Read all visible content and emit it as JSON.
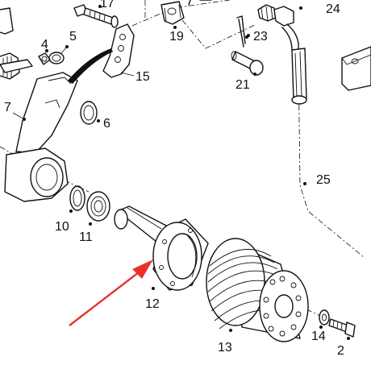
{
  "callouts": {
    "c2": "2",
    "c4": "4",
    "c5": "5",
    "c6": "6",
    "c7": "7",
    "c10": "10",
    "c11": "11",
    "c12": "12",
    "c13": "13",
    "c14": "14",
    "c15": "15",
    "c17": "17",
    "c19": "19",
    "c21": "21",
    "c23": "23",
    "c24": "24",
    "c25": "25"
  },
  "colors": {
    "line": "#111111",
    "arrow": "#e8332a",
    "background": "#ffffff"
  },
  "arrow": {
    "points_to": "12"
  }
}
